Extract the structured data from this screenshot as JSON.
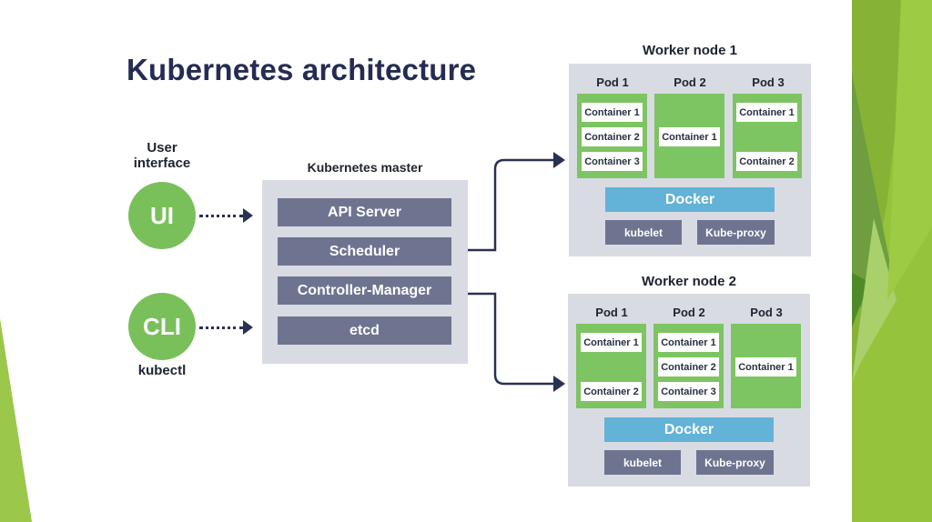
{
  "title": "Kubernetes architecture",
  "colors": {
    "title": "#252c53",
    "node_green": "#79c05b",
    "pod_green": "#7dc462",
    "panel_gray": "#d9dbe3",
    "component_slate": "#6e7490",
    "docker_blue": "#63b2d7",
    "arrow_navy": "#2a3152",
    "decor_green": "#8dc03c"
  },
  "clients": {
    "ui": {
      "caption": "User interface",
      "circle_label": "UI"
    },
    "cli": {
      "circle_label": "CLI",
      "caption": "kubectl"
    }
  },
  "master": {
    "title": "Kubernetes master",
    "components": [
      "API Server",
      "Scheduler",
      "Controller-Manager",
      "etcd"
    ]
  },
  "workers": [
    {
      "title": "Worker node 1",
      "pods": [
        {
          "label": "Pod 1",
          "containers": [
            "Container 1",
            "Container 2",
            "Container 3"
          ]
        },
        {
          "label": "Pod 2",
          "containers": [
            "Container 1"
          ]
        },
        {
          "label": "Pod 3",
          "containers": [
            "Container 1",
            "Container 2"
          ]
        }
      ],
      "runtime": "Docker",
      "agents": [
        "kubelet",
        "Kube-proxy"
      ]
    },
    {
      "title": "Worker node 2",
      "pods": [
        {
          "label": "Pod 1",
          "containers": [
            "Container 1",
            "Container 2"
          ]
        },
        {
          "label": "Pod 2",
          "containers": [
            "Container 1",
            "Container 2",
            "Container 3"
          ]
        },
        {
          "label": "Pod 3",
          "containers": [
            "Container 1"
          ]
        }
      ],
      "runtime": "Docker",
      "agents": [
        "kubelet",
        "Kube-proxy"
      ]
    }
  ]
}
